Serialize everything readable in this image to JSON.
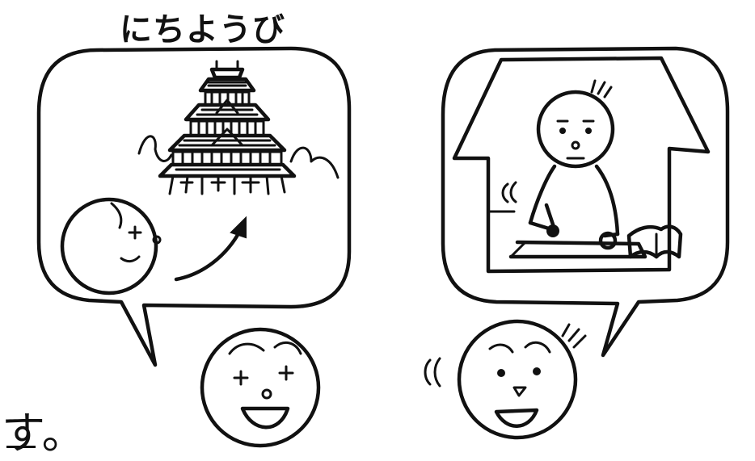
{
  "scene": {
    "left_bubble": {
      "title": "にちようび",
      "contents": [
        "castle-icon",
        "thinking-person-face",
        "arrow-icon"
      ]
    },
    "right_bubble": {
      "contents": [
        "house-outline",
        "person-at-desk",
        "book-icon"
      ]
    },
    "characters": [
      "left-speaker-face",
      "right-speaker-face"
    ],
    "text_fragment": "す。",
    "ink_color": "#111111",
    "background_color": "#ffffff"
  }
}
